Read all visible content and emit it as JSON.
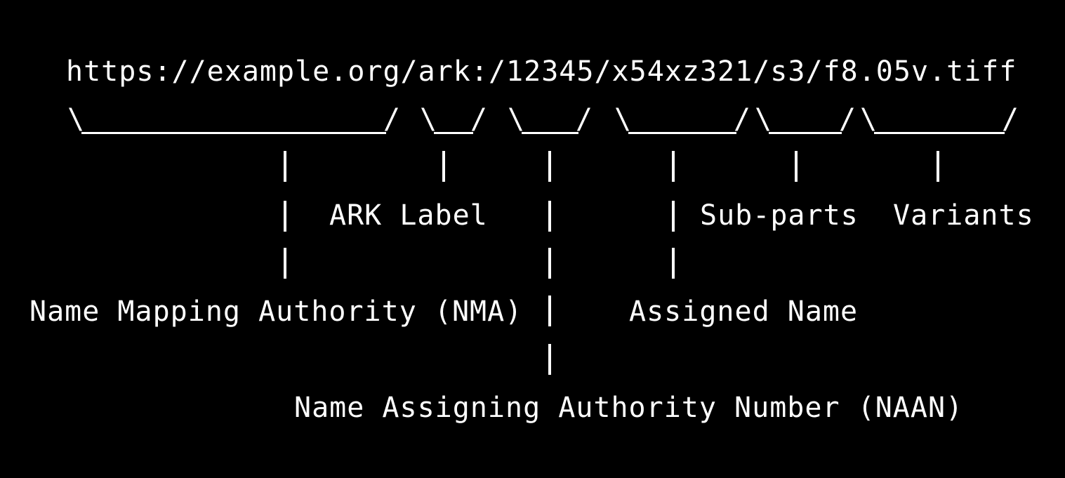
{
  "url": "https://example.org/ark:/12345/x54xz321/s3/f8.05v.tiff",
  "labels": {
    "ark_label": "ARK Label",
    "sub_parts": "Sub-parts",
    "variants": "Variants",
    "nma": "Name Mapping Authority (NMA)",
    "assigned_name": "Assigned Name",
    "naan": "Name Assigning Authority Number (NAAN)"
  },
  "colors": {
    "background": "#000000",
    "text": "#ffffff"
  }
}
